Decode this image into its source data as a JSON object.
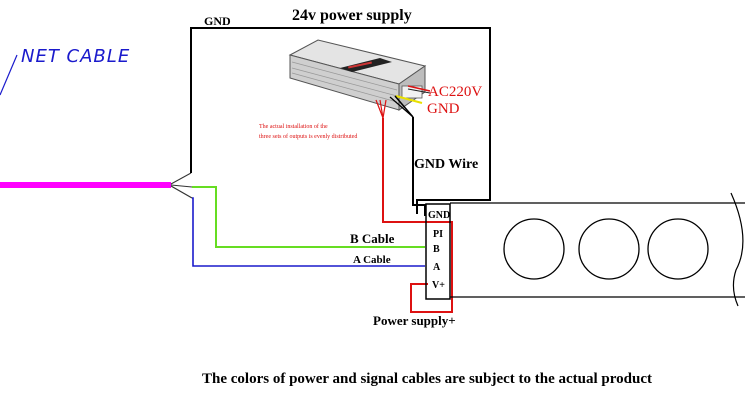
{
  "title": "24v power supply",
  "net_cable_label": "NET CABLE",
  "gnd_top_label": "GND",
  "psu": {
    "ac_label": "AC220V",
    "gnd_label": "GND",
    "note_line1": "The actual installation of the",
    "note_line2": "three sets of outputs is evenly distributed"
  },
  "gnd_wire_label": "GND Wire",
  "b_cable_label": "B Cable",
  "a_cable_label": "A Cable",
  "connector_pins": [
    "GND",
    "PI",
    "B",
    "A",
    "V+"
  ],
  "power_supply_plus_label": "Power supply+",
  "footer_note": "The colors of power and signal cables are subject to the actual product",
  "colors": {
    "net_cable": "#ff00ff",
    "b_cable": "#66dd22",
    "a_cable": "#1a1acc",
    "power": "#dd1111",
    "label_blue": "#1a1acc",
    "gnd": "#000000"
  },
  "led_count": 3
}
